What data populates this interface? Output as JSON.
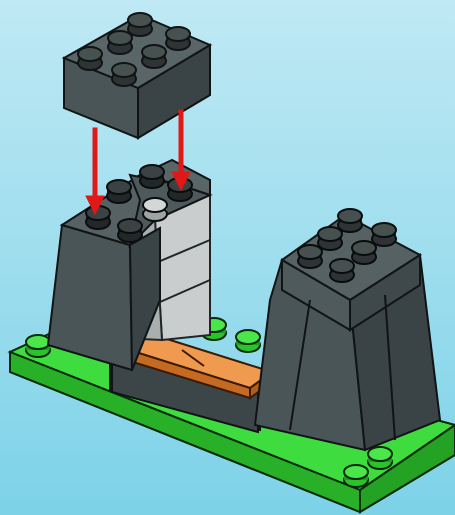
{
  "colors": {
    "background_top": "#bfe9f4",
    "background_bottom": "#77cfe6",
    "dark_brick": "#4a5558",
    "dark_brick_shade": "#394244",
    "dark_brick_light": "#5b6669",
    "light_gray_brick": "#b7bcbc",
    "green_plate": "#39d639",
    "orange_tile": "#e08a40",
    "arrow": "#e01818"
  },
  "scene": {
    "description_icons": [
      "loose-2x3-brick-icon",
      "arrow-down-icon",
      "arrow-down-icon"
    ],
    "pieces": [
      "green-base-plate",
      "left-dark-tower",
      "right-dark-tower",
      "light-gray-column",
      "orange-tiles",
      "loose-2x3-brick"
    ]
  }
}
